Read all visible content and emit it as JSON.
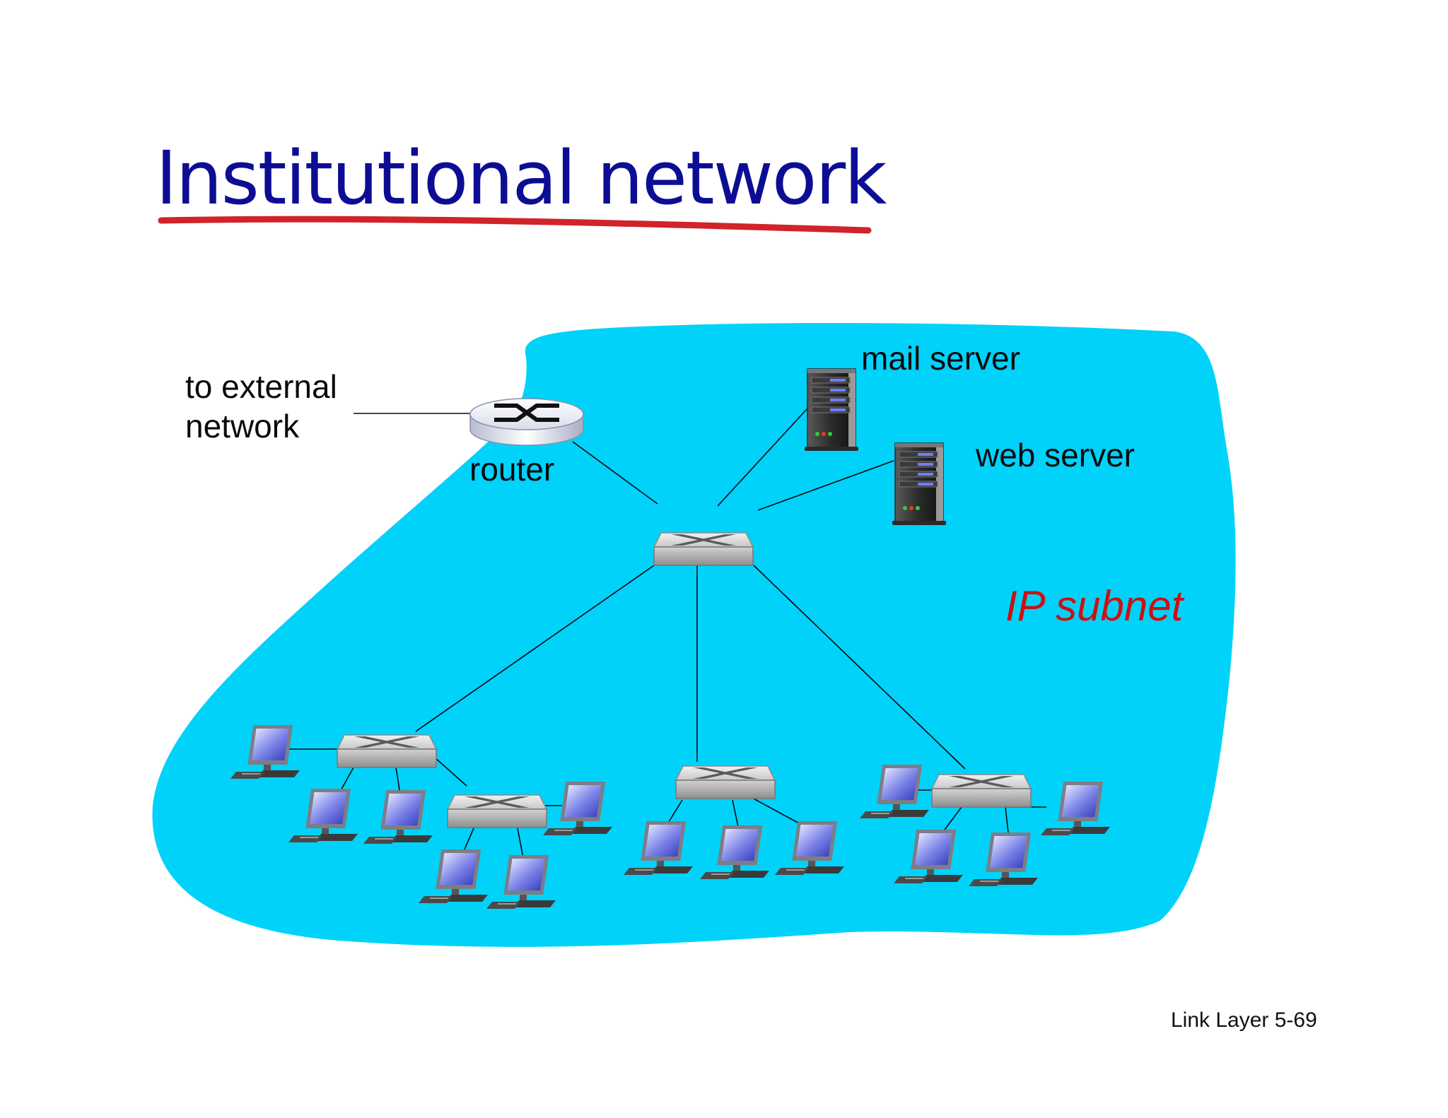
{
  "title": "Institutional network",
  "labels": {
    "external": [
      "to external",
      "network"
    ],
    "router": "router",
    "mail_server": "mail server",
    "web_server": "web server",
    "ip_subnet": "IP subnet"
  },
  "footer": "Link Layer  5-69",
  "colors": {
    "title": "#0d0d94",
    "underline": "#d0232a",
    "subnet_cloud": "#00d2fa",
    "ip_subnet_label": "#cc1111"
  },
  "icons": [
    "router-icon",
    "switch-icon",
    "server-icon",
    "computer-icon"
  ]
}
